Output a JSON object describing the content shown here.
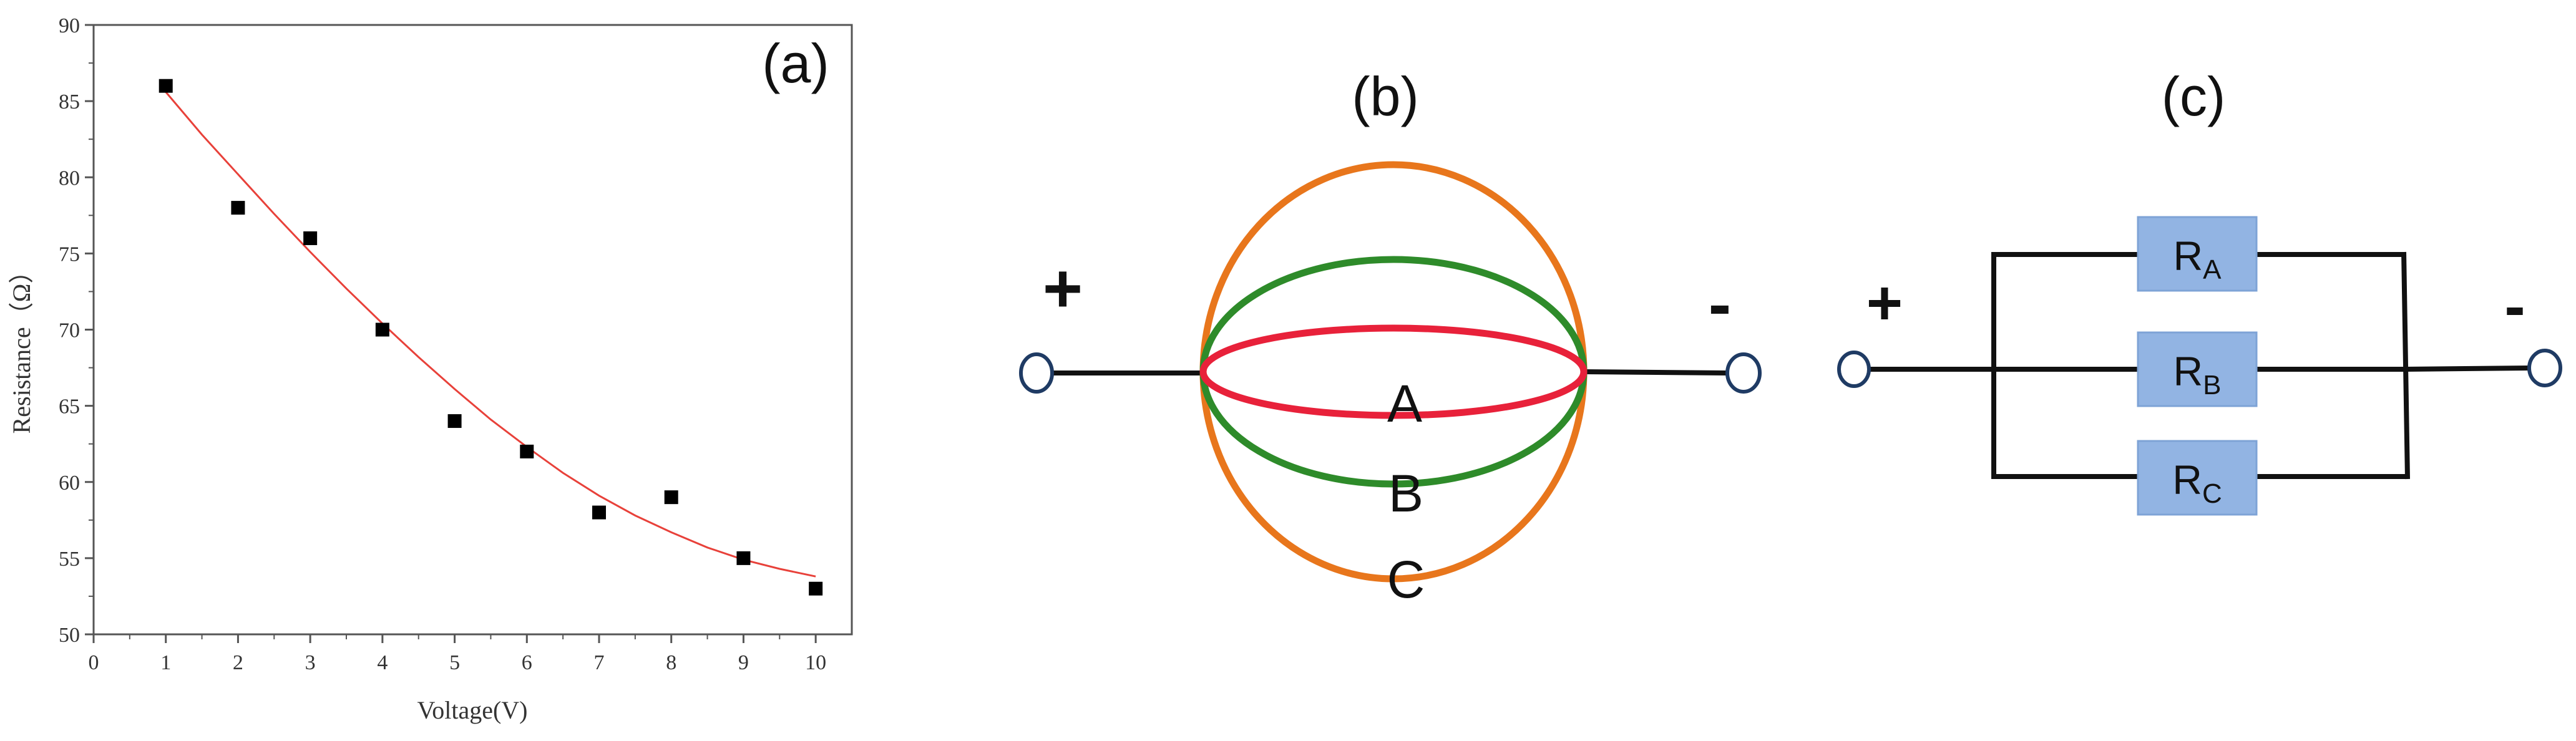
{
  "panels": {
    "a": {
      "label": "(a)"
    },
    "b": {
      "label": "(b)"
    },
    "c": {
      "label": "(c)"
    }
  },
  "chart_data": {
    "type": "scatter",
    "xlabel": "Voltage(V)",
    "ylabel": "Resistance（Ω）",
    "xlim": [
      0,
      10.5
    ],
    "ylim": [
      50,
      90
    ],
    "xticks": [
      "0",
      "1",
      "2",
      "3",
      "4",
      "5",
      "6",
      "7",
      "8",
      "9",
      "10"
    ],
    "yticks": [
      "50",
      "55",
      "60",
      "65",
      "70",
      "75",
      "80",
      "85",
      "90"
    ],
    "grid": false,
    "colors": {
      "points": "#000000",
      "fit": "#e8413a",
      "axis": "#555555"
    },
    "series": [
      {
        "kind": "points",
        "x": [
          1,
          2,
          3,
          4,
          5,
          6,
          7,
          8,
          9,
          10
        ],
        "y": [
          86,
          78,
          76,
          70,
          64,
          62,
          58,
          59,
          55,
          53
        ]
      },
      {
        "kind": "fit",
        "x": [
          1,
          1.5,
          2,
          2.5,
          3,
          3.5,
          4,
          4.5,
          5,
          5.5,
          6,
          6.5,
          7,
          7.5,
          8,
          8.5,
          9,
          9.5,
          10
        ],
        "y": [
          85.6,
          82.8,
          80.2,
          77.6,
          75.1,
          72.7,
          70.4,
          68.2,
          66.1,
          64.1,
          62.3,
          60.6,
          59.1,
          57.8,
          56.7,
          55.7,
          54.9,
          54.3,
          53.8
        ]
      }
    ]
  },
  "diagram_b": {
    "plus": "+",
    "minus": "-",
    "labels": [
      "A",
      "B",
      "C"
    ],
    "colors": {
      "A": "#e8213a",
      "B": "#2e8b2a",
      "C": "#e8761c",
      "wire": "#111111",
      "terminal": "#1f3b64"
    }
  },
  "diagram_c": {
    "plus": "+",
    "minus": "-",
    "resistors": [
      {
        "main": "R",
        "sub": "A"
      },
      {
        "main": "R",
        "sub": "B"
      },
      {
        "main": "R",
        "sub": "C"
      }
    ],
    "colors": {
      "resistor_fill": "#92b4e3",
      "resistor_stroke": "#7ea3d6",
      "wire": "#111111",
      "terminal": "#1f3b64"
    }
  }
}
